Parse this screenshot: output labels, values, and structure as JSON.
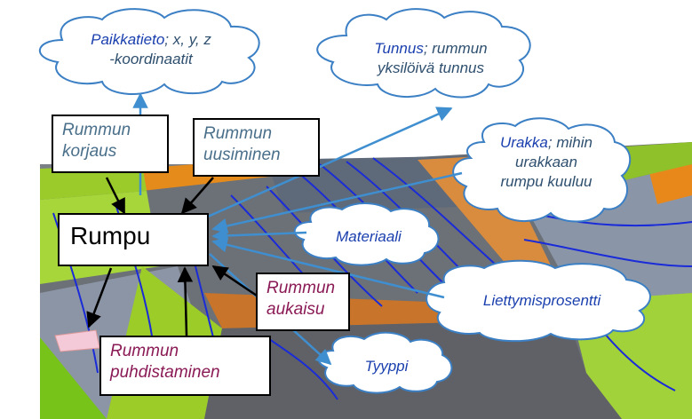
{
  "entity": {
    "label": "Rumpu"
  },
  "events": [
    {
      "id": "korjaus",
      "lines": [
        "Rummun",
        "korjaus"
      ]
    },
    {
      "id": "uusiminen",
      "lines": [
        "Rummun",
        "uusiminen"
      ]
    },
    {
      "id": "aukaisu",
      "lines": [
        "Rummun",
        "aukaisu"
      ]
    },
    {
      "id": "puhdistaminen",
      "lines": [
        "Rummun",
        "puhdistaminen"
      ]
    }
  ],
  "attributes": {
    "paikkatieto": {
      "key": "Paikkatieto",
      "line1_rest": "; x, y, z",
      "line2": "-koordinaatit"
    },
    "tunnus": {
      "key": "Tunnus",
      "line1_rest": "; rummun",
      "line2": "yksilöivä tunnus"
    },
    "urakka": {
      "key": "Urakka",
      "line1_rest": "; mihin",
      "line2": "urakkaan",
      "line3": "rumpu kuuluu"
    },
    "materiaali": {
      "key": "Materiaali"
    },
    "liettymisprosentti": {
      "key": "Liettymisprosentti"
    },
    "tyyppi": {
      "key": "Tyyppi"
    }
  },
  "colors": {
    "arrow_blue": "#3f8fd0",
    "cloud_border": "#3b7fc4",
    "purple_text": "#8a1a55",
    "blue_key": "#1a3fae"
  }
}
